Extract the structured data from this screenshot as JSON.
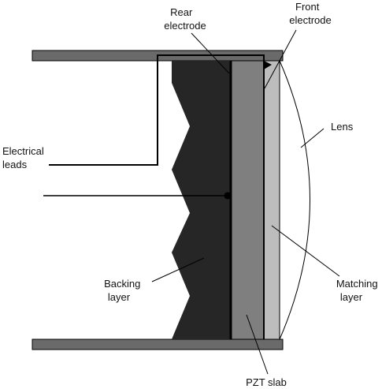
{
  "labels": {
    "rear_electrode": [
      "Rear",
      "electrode"
    ],
    "front_electrode": [
      "Front",
      "electrode"
    ],
    "electrical_leads": [
      "Electrical",
      "leads"
    ],
    "lens": "Lens",
    "backing_layer": [
      "Backing",
      "layer"
    ],
    "matching_layer": [
      "Matching",
      "layer"
    ],
    "pzt_slab": "PZT slab"
  },
  "colors": {
    "housing": "#6a6a6a",
    "backing": "#262626",
    "pzt": "#7f7f7f",
    "matching": "#bdbdbd",
    "line": "#000000",
    "background": "#ffffff"
  }
}
